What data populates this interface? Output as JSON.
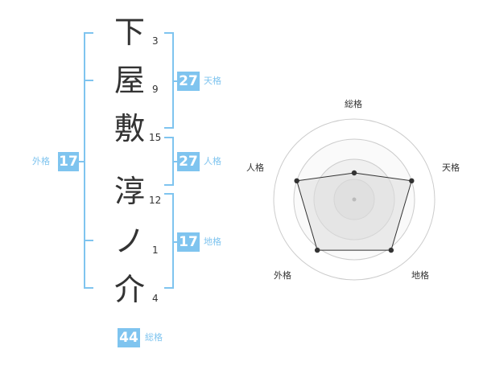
{
  "name_chars": [
    {
      "char": "下",
      "strokes": "3"
    },
    {
      "char": "屋",
      "strokes": "9"
    },
    {
      "char": "敷",
      "strokes": "15"
    },
    {
      "char": "淳",
      "strokes": "12"
    },
    {
      "char": "ノ",
      "strokes": "1"
    },
    {
      "char": "介",
      "strokes": "4"
    }
  ],
  "fortunes": {
    "tenkaku": {
      "label": "天格",
      "value": "27"
    },
    "jinkaku": {
      "label": "人格",
      "value": "27"
    },
    "chikaku": {
      "label": "地格",
      "value": "17"
    },
    "gaikaku": {
      "label": "外格",
      "value": "17"
    },
    "soukaku": {
      "label": "総格",
      "value": "44"
    }
  },
  "colors": {
    "accent": "#7fc4ef",
    "text": "#333333",
    "radar_fill": "#eeeeee",
    "radar_ring": "#cccccc"
  },
  "chart_data": {
    "type": "radar",
    "axes": [
      "総格",
      "天格",
      "地格",
      "外格",
      "人格"
    ],
    "values": [
      0.33,
      0.75,
      0.78,
      0.78,
      0.75
    ],
    "scale_max": 1,
    "rings": 4
  }
}
